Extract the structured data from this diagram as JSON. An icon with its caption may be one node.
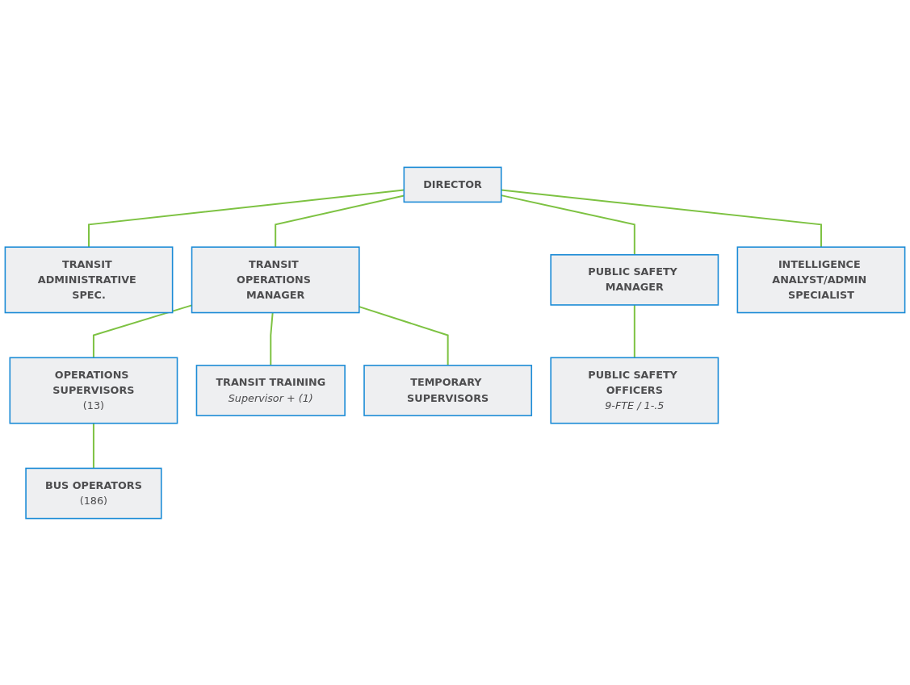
{
  "diagram": {
    "nodes": [
      {
        "text": [
          "DIRECTOR"
        ]
      },
      {
        "text": [
          "TRANSIT ADMINISTRATIVE SPEC."
        ]
      },
      {
        "text": [
          "TRANSIT OPERATIONS MANAGER"
        ]
      },
      {
        "text": [
          "PUBLIC SAFETY MANAGER"
        ]
      },
      {
        "text": [
          "INTELLIGENCE ANALYST/ADMIN SPECIALIST"
        ]
      },
      {
        "text": [
          "OPERATIONS SUPERVISORS",
          "(13)"
        ]
      },
      {
        "text": [
          "TRANSIT TRAINING",
          "Supervisor + (1)"
        ]
      },
      {
        "text": [
          "TEMPORARY SUPERVISORS"
        ]
      },
      {
        "text": [
          "PUBLIC SAFETY OFFICERS",
          "9-FTE / 1-.5"
        ]
      },
      {
        "text": [
          "BUS OPERATORS",
          "(186)"
        ]
      }
    ],
    "edges": [
      {
        "from": 0,
        "to": 1,
        "arrow": "none"
      },
      {
        "from": 0,
        "to": 2,
        "arrow": "none"
      },
      {
        "from": 0,
        "to": 3,
        "arrow": "none"
      },
      {
        "from": 0,
        "to": 4,
        "arrow": "none"
      },
      {
        "from": 2,
        "to": 5,
        "arrow": "none"
      },
      {
        "from": 2,
        "to": 6,
        "arrow": "none"
      },
      {
        "from": 2,
        "to": 7,
        "arrow": "none"
      },
      {
        "from": 3,
        "to": 8,
        "arrow": "none"
      },
      {
        "from": 5,
        "to": 9,
        "arrow": "none"
      }
    ]
  }
}
